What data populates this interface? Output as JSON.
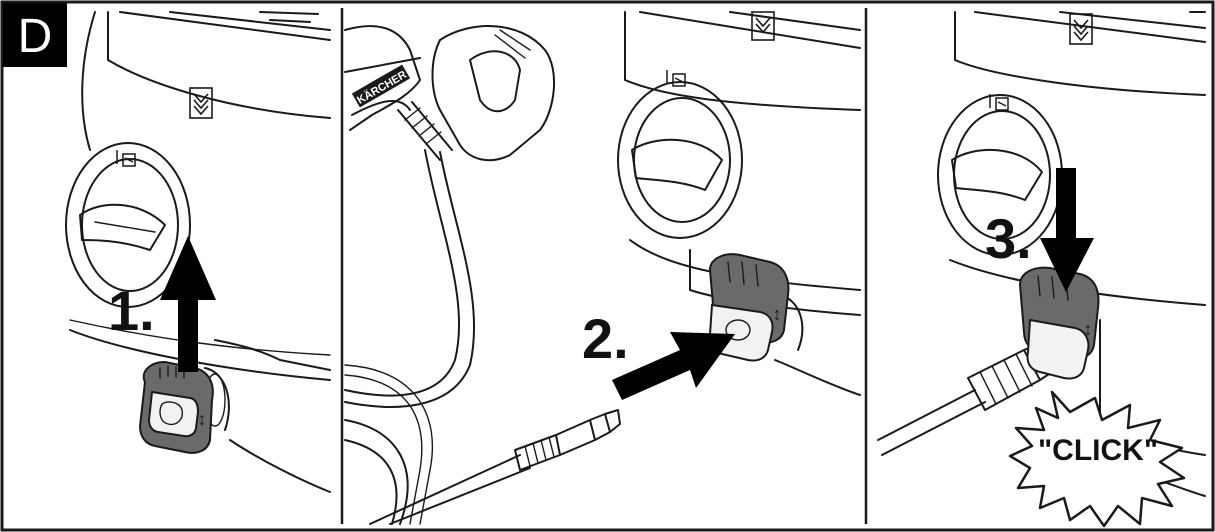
{
  "figure_label": "D",
  "steps": [
    {
      "number": "1."
    },
    {
      "number": "2."
    },
    {
      "number": "3."
    }
  ],
  "hose_brand_text": "KÄRCHER",
  "click_text": "\"CLICK\"",
  "colors": {
    "line": "#1a1a1a",
    "clip_grey": "#6a6a6a",
    "arrow": "#000000",
    "background": "#ffffff",
    "label_box": "#000000",
    "label_text": "#ffffff"
  },
  "icons": [
    "arrow-up-icon",
    "arrow-right-icon",
    "arrow-down-icon",
    "click-burst-icon",
    "machine-logo-icon"
  ]
}
